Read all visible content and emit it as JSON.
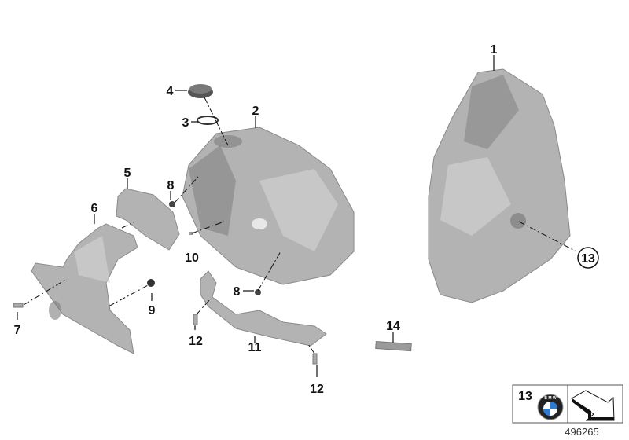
{
  "diagram": {
    "labels": {
      "p1": "1",
      "p2": "2",
      "p3": "3",
      "p4": "4",
      "p5": "5",
      "p6": "6",
      "p7": "7",
      "p8a": "8",
      "p8b": "8",
      "p9": "9",
      "p10": "10",
      "p11": "11",
      "p12a": "12",
      "p12b": "12",
      "p13": "13",
      "p14": "14"
    },
    "legend": {
      "part_number": "13",
      "logo_text": "BMW"
    },
    "document_number": "496265"
  }
}
